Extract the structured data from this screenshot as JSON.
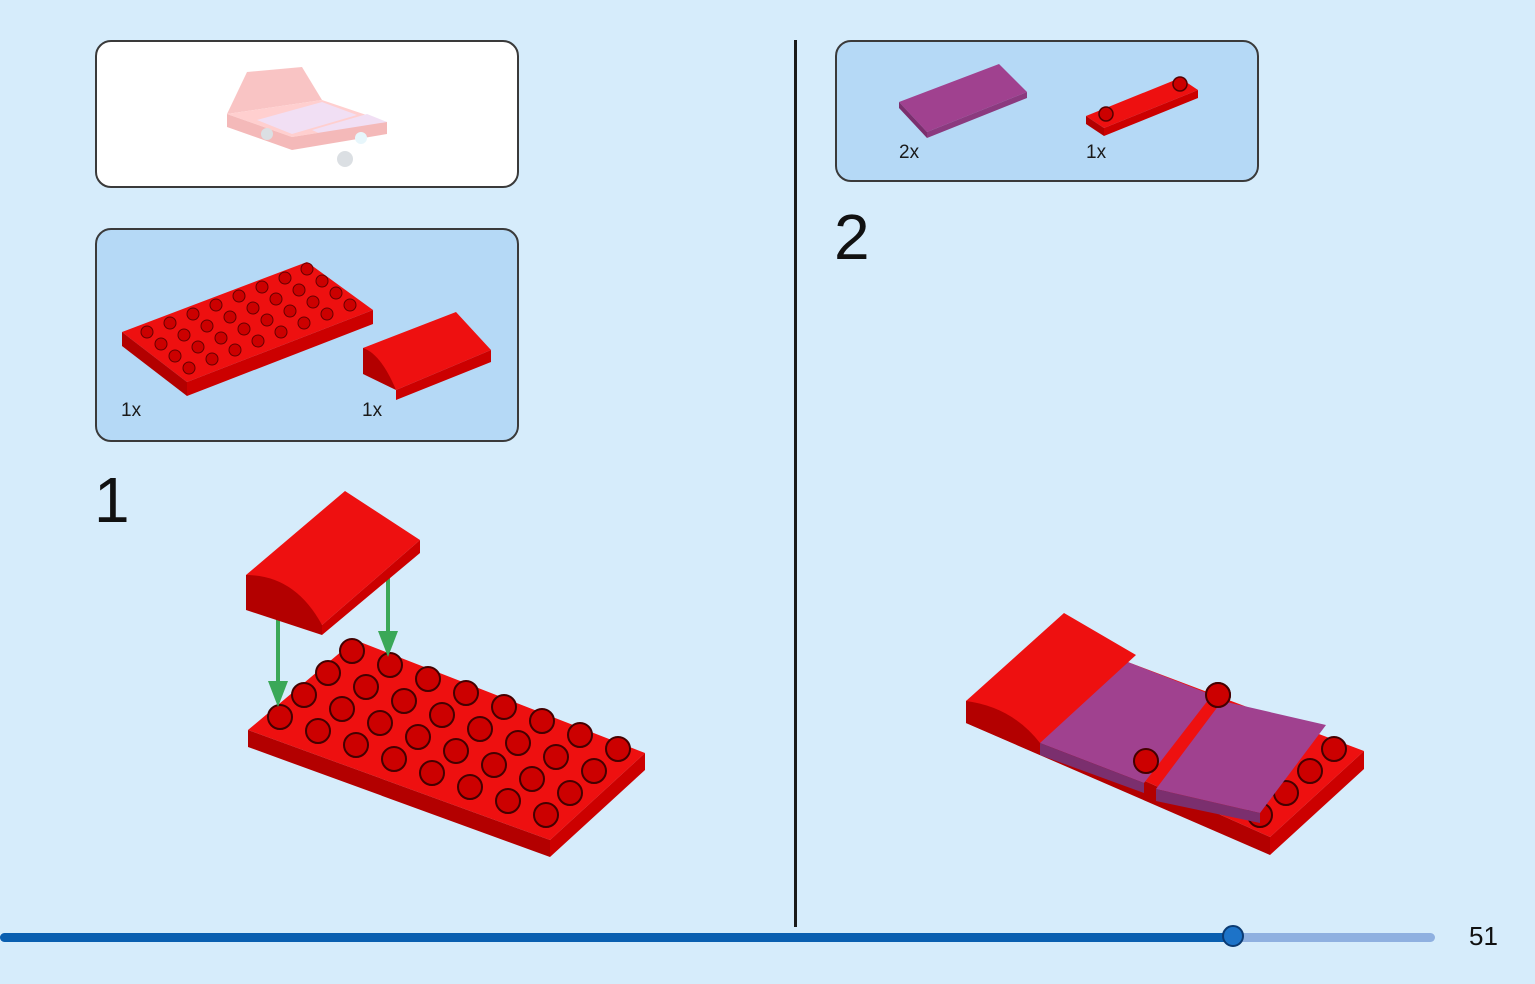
{
  "progress": {
    "fraction": 0.859
  },
  "page": {
    "number": "51"
  },
  "left": {
    "preview": {
      "icon": "finished-car-preview"
    },
    "parts": [
      {
        "qty": "1x",
        "icon": "red-plate-4x8"
      },
      {
        "qty": "1x",
        "icon": "red-curved-slope"
      }
    ],
    "step": {
      "number": "1"
    }
  },
  "right": {
    "parts": [
      {
        "qty": "2x",
        "icon": "magenta-tile"
      },
      {
        "qty": "1x",
        "icon": "red-plate-1x4"
      }
    ],
    "step": {
      "number": "2"
    }
  },
  "colors": {
    "red": "#dd0000",
    "red_dark": "#a30000",
    "magenta": "#a0418f",
    "arrow_green": "#3aa858"
  }
}
